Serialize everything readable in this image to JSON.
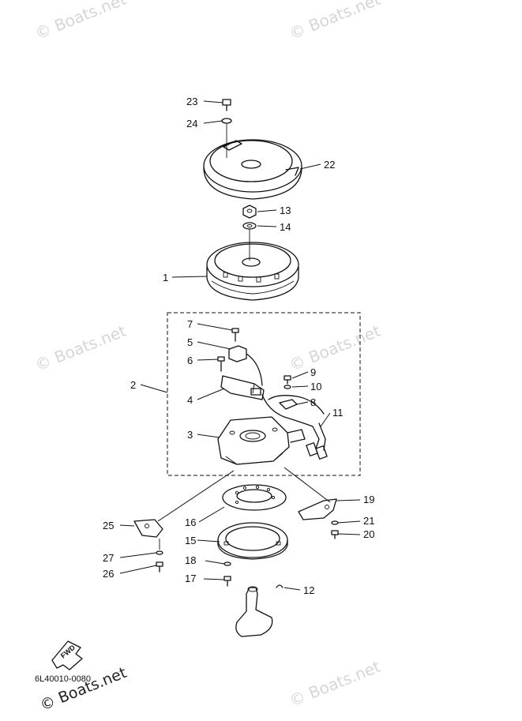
{
  "watermark": "© Boats.net",
  "drawing_code": "6L40010-0080",
  "fwd_label": "FWD",
  "callouts": [
    "1",
    "2",
    "3",
    "4",
    "5",
    "6",
    "7",
    "8",
    "9",
    "10",
    "11",
    "12",
    "13",
    "14",
    "15",
    "16",
    "17",
    "18",
    "19",
    "20",
    "21",
    "22",
    "23",
    "24",
    "25",
    "26",
    "27"
  ]
}
